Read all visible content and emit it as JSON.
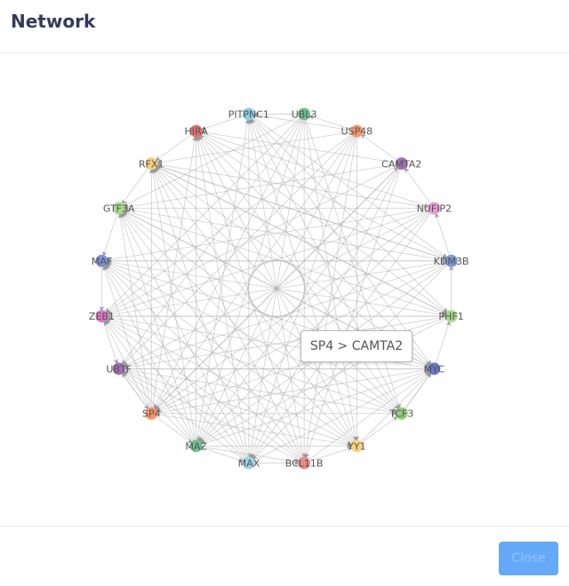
{
  "header": {
    "title": "Network"
  },
  "footer": {
    "close_label": "Close"
  },
  "tooltip": {
    "text": "SP4 > CAMTA2"
  },
  "nodes": [
    {
      "label": "UBL3",
      "color": "#6fbf93"
    },
    {
      "label": "USP48",
      "color": "#f7956b"
    },
    {
      "label": "CAMTA2",
      "color": "#a270b8"
    },
    {
      "label": "NUFIP2",
      "color": "#e99ad6"
    },
    {
      "label": "KDM3B",
      "color": "#7e97d8"
    },
    {
      "label": "PHF1",
      "color": "#a9d98c"
    },
    {
      "label": "MYC",
      "color": "#6678c9"
    },
    {
      "label": "TCF3",
      "color": "#8fcf7a"
    },
    {
      "label": "YY1",
      "color": "#f8d27e"
    },
    {
      "label": "BCL11B",
      "color": "#ec8a8a"
    },
    {
      "label": "MAX",
      "color": "#9ad3ea"
    },
    {
      "label": "MAZ",
      "color": "#6fbf93"
    },
    {
      "label": "SP4",
      "color": "#f7956b"
    },
    {
      "label": "UBTF",
      "color": "#a270b8"
    },
    {
      "label": "ZEB1",
      "color": "#e276c9"
    },
    {
      "label": "MAF",
      "color": "#7e8fd8"
    },
    {
      "label": "GTF3A",
      "color": "#a9d98c"
    },
    {
      "label": "RFX1",
      "color": "#f8cf7e"
    },
    {
      "label": "HIRA",
      "color": "#e67070"
    },
    {
      "label": "PITPNC1",
      "color": "#8ccde8"
    }
  ],
  "edges": [
    [
      12,
      2
    ],
    [
      18,
      7
    ],
    [
      17,
      6
    ],
    [
      16,
      5
    ],
    [
      15,
      6
    ],
    [
      14,
      7
    ],
    [
      13,
      8
    ],
    [
      12,
      6
    ],
    [
      11,
      6
    ],
    [
      10,
      6
    ],
    [
      9,
      6
    ],
    [
      8,
      6
    ],
    [
      7,
      6
    ],
    [
      5,
      15
    ],
    [
      4,
      16
    ],
    [
      3,
      17
    ],
    [
      2,
      18
    ],
    [
      1,
      19
    ],
    [
      0,
      11
    ],
    [
      1,
      10
    ],
    [
      2,
      12
    ],
    [
      3,
      13
    ],
    [
      0,
      13
    ],
    [
      1,
      14
    ],
    [
      2,
      14
    ],
    [
      3,
      15
    ],
    [
      4,
      15
    ],
    [
      0,
      16
    ],
    [
      1,
      17
    ],
    [
      2,
      16
    ],
    [
      3,
      16
    ],
    [
      4,
      17
    ],
    [
      5,
      17
    ],
    [
      6,
      18
    ],
    [
      6,
      16
    ],
    [
      6,
      14
    ],
    [
      6,
      13
    ],
    [
      7,
      19
    ],
    [
      8,
      19
    ],
    [
      9,
      19
    ],
    [
      10,
      19
    ],
    [
      11,
      19
    ],
    [
      8,
      18
    ],
    [
      9,
      18
    ],
    [
      10,
      18
    ],
    [
      11,
      18
    ],
    [
      12,
      18
    ],
    [
      7,
      17
    ],
    [
      8,
      17
    ],
    [
      9,
      17
    ],
    [
      10,
      17
    ],
    [
      11,
      17
    ],
    [
      12,
      17
    ],
    [
      7,
      16
    ],
    [
      8,
      16
    ],
    [
      9,
      16
    ],
    [
      10,
      16
    ],
    [
      11,
      16
    ],
    [
      12,
      16
    ],
    [
      7,
      15
    ],
    [
      8,
      15
    ],
    [
      9,
      15
    ],
    [
      10,
      15
    ],
    [
      11,
      15
    ],
    [
      12,
      15
    ],
    [
      8,
      14
    ],
    [
      9,
      14
    ],
    [
      10,
      14
    ],
    [
      11,
      14
    ],
    [
      12,
      14
    ],
    [
      9,
      13
    ],
    [
      10,
      13
    ],
    [
      11,
      13
    ],
    [
      12,
      13
    ],
    [
      0,
      10
    ],
    [
      0,
      9
    ],
    [
      0,
      8
    ],
    [
      0,
      7
    ],
    [
      1,
      9
    ],
    [
      1,
      8
    ],
    [
      1,
      11
    ],
    [
      1,
      12
    ],
    [
      2,
      10
    ],
    [
      2,
      11
    ],
    [
      2,
      9
    ],
    [
      3,
      10
    ],
    [
      3,
      11
    ],
    [
      3,
      12
    ],
    [
      4,
      10
    ],
    [
      4,
      11
    ],
    [
      4,
      12
    ],
    [
      4,
      13
    ],
    [
      5,
      11
    ],
    [
      5,
      12
    ],
    [
      5,
      13
    ],
    [
      5,
      14
    ],
    [
      0,
      12
    ],
    [
      0,
      14
    ],
    [
      1,
      13
    ],
    [
      3,
      14
    ],
    [
      19,
      6
    ],
    [
      19,
      5
    ],
    [
      19,
      4
    ],
    [
      18,
      5
    ],
    [
      18,
      4
    ],
    [
      18,
      3
    ],
    [
      17,
      4
    ],
    [
      17,
      5
    ],
    [
      16,
      6
    ],
    [
      15,
      4
    ],
    [
      14,
      4
    ],
    [
      14,
      5
    ],
    [
      13,
      6
    ],
    [
      13,
      7
    ],
    [
      12,
      7
    ],
    [
      12,
      8
    ],
    [
      11,
      8
    ],
    [
      11,
      9
    ],
    [
      10,
      9
    ],
    [
      11,
      10
    ],
    [
      12,
      11
    ],
    [
      13,
      12
    ],
    [
      14,
      13
    ],
    [
      15,
      14
    ],
    [
      16,
      15
    ],
    [
      17,
      16
    ],
    [
      18,
      17
    ],
    [
      19,
      18
    ],
    [
      0,
      19
    ],
    [
      1,
      0
    ],
    [
      2,
      1
    ],
    [
      3,
      2
    ],
    [
      4,
      3
    ],
    [
      5,
      4
    ],
    [
      6,
      5
    ],
    [
      7,
      6
    ],
    [
      8,
      7
    ],
    [
      9,
      8
    ]
  ]
}
